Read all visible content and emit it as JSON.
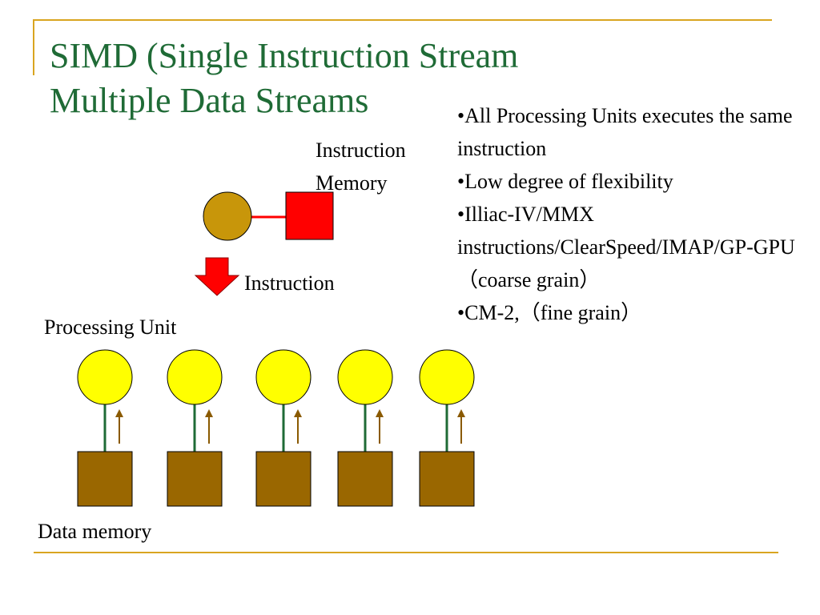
{
  "title": {
    "line1": "SIMD (Single Instruction Stream",
    "line2": "Multiple Data Streams"
  },
  "labels": {
    "instruction_memory_line1": "Instruction",
    "instruction_memory_line2": "Memory",
    "instruction": "Instruction",
    "processing_unit": "Processing Unit",
    "data_memory": "Data memory"
  },
  "bullets": [
    "•All Processing Units executes the same instruction",
    "•Low degree of flexibility",
    "•Illiac-IV/MMX instructions/ClearSpeed/IMAP/GP-GPU（coarse grain）",
    "•CM-2,（fine grain）"
  ],
  "colors": {
    "title": "#1f6b36",
    "rule": "#d9a520",
    "control_unit": "#c8960a",
    "instruction_memory": "#ff0000",
    "instruction_arrow": "#ff0000",
    "processing_unit": "#ffff00",
    "data_memory": "#9a6700",
    "connector": "#1f6b36",
    "data_arrow": "#8a5a00"
  },
  "processing_unit_count": 5
}
